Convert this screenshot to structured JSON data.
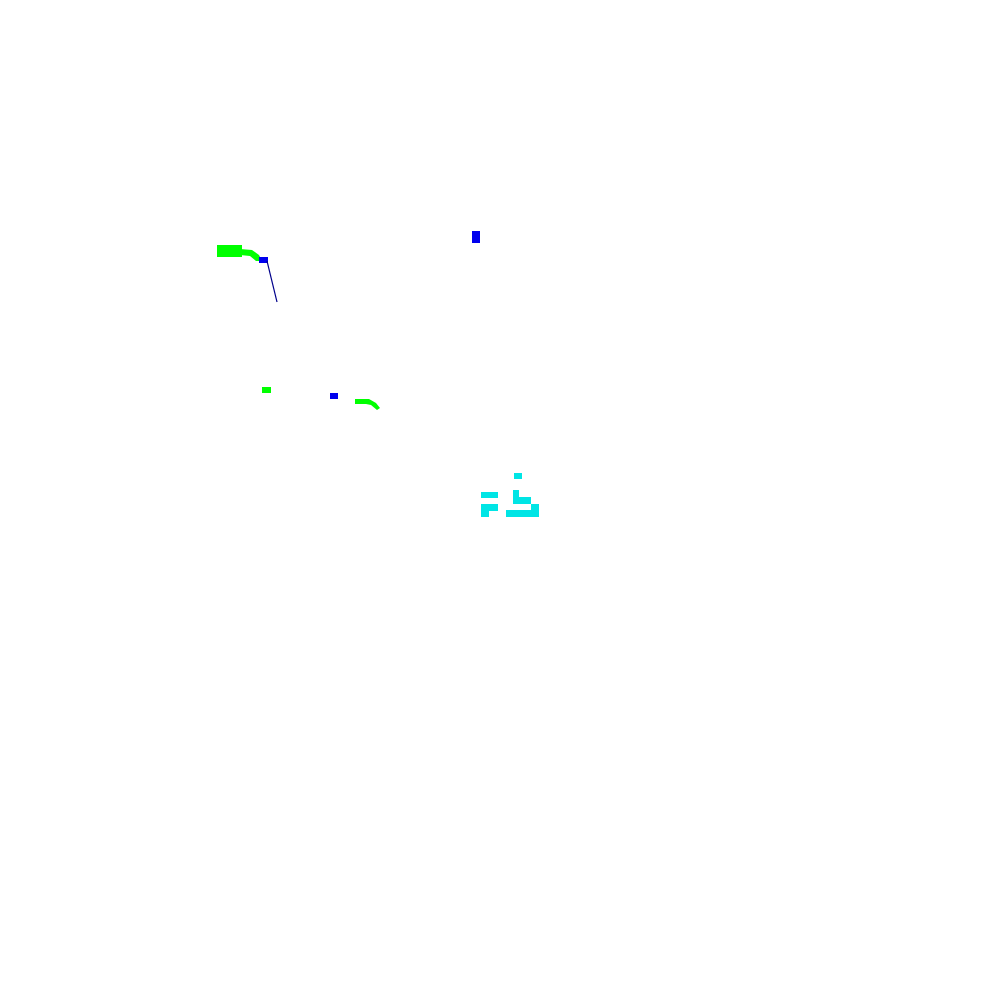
{
  "canvas": {
    "background": "#ffffff"
  },
  "palette": {
    "green": "#00ff00",
    "blue": "#0000ee",
    "navy": "#00008b",
    "cyan": "#00e5e5"
  },
  "marks": [
    {
      "name": "green-stroke-upper-left",
      "color": "green",
      "kind": "stroke"
    },
    {
      "name": "blue-block-upper-left",
      "color": "blue",
      "kind": "block"
    },
    {
      "name": "navy-line-upper-left",
      "color": "navy",
      "kind": "line"
    },
    {
      "name": "blue-block-top-center",
      "color": "blue",
      "kind": "block"
    },
    {
      "name": "green-dot-middle-left",
      "color": "green",
      "kind": "block"
    },
    {
      "name": "blue-dot-middle-left",
      "color": "blue",
      "kind": "block"
    },
    {
      "name": "green-curve-middle",
      "color": "green",
      "kind": "stroke"
    },
    {
      "name": "cyan-fragments-center",
      "color": "cyan",
      "kind": "cluster"
    }
  ]
}
